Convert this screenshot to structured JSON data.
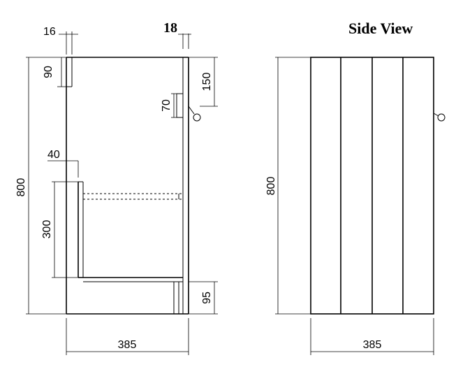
{
  "title": "Side View",
  "dimensions": {
    "top_thickness": "16",
    "door_thickness": "18",
    "top_gap": "90",
    "handle_offset": "150",
    "handle_size": "70",
    "total_height_left": "800",
    "shelf_offset": "40",
    "shelf_height": "300",
    "plinth_height": "95",
    "depth_left": "385",
    "total_height_right": "800",
    "depth_right": "385"
  }
}
